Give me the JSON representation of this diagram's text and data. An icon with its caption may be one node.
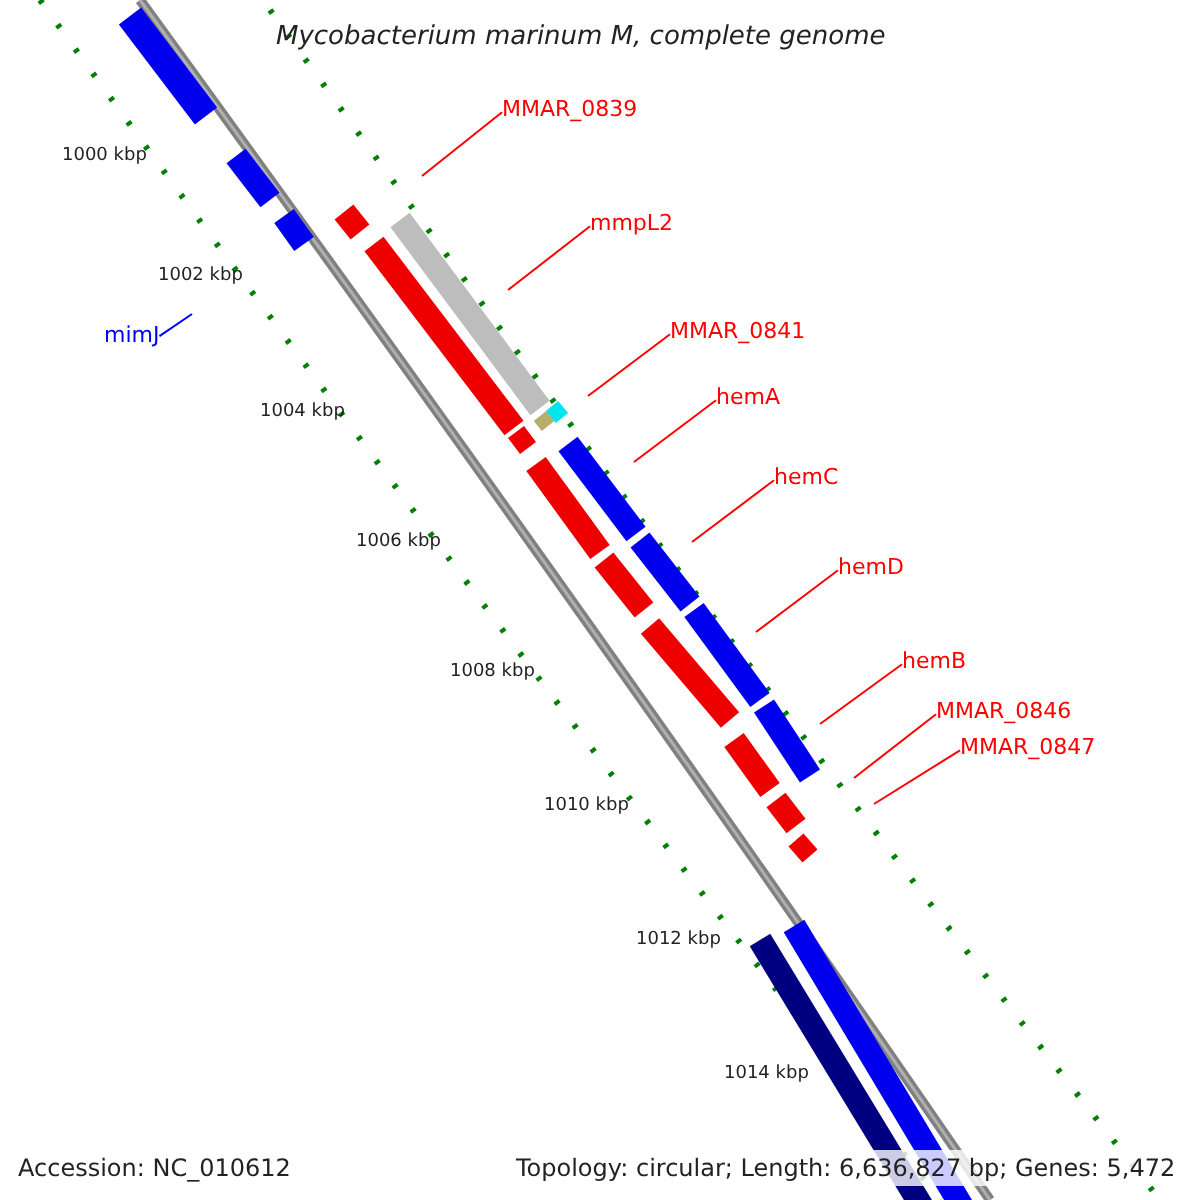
{
  "diagram": {
    "title": "Mycobacterium marinum M, complete genome",
    "nodes": [
      {
        "text": [
          "MMAR_0839"
        ]
      },
      {
        "text": [
          "mmpL2"
        ]
      },
      {
        "text": [
          "MMAR_0841"
        ]
      },
      {
        "text": [
          "hemA"
        ]
      },
      {
        "text": [
          "hemC"
        ]
      },
      {
        "text": [
          "hemD"
        ]
      },
      {
        "text": [
          "hemB"
        ]
      },
      {
        "text": [
          "MMAR_0846"
        ]
      },
      {
        "text": [
          "MMAR_0847"
        ]
      },
      {
        "text": [
          "mimJ"
        ]
      }
    ],
    "edges": [
      {
        "from": 0,
        "to": null,
        "arrow": "none"
      },
      {
        "from": 1,
        "to": null,
        "arrow": "none"
      },
      {
        "from": 2,
        "to": null,
        "arrow": "none"
      },
      {
        "from": 3,
        "to": null,
        "arrow": "none"
      },
      {
        "from": 4,
        "to": null,
        "arrow": "none"
      },
      {
        "from": 5,
        "to": null,
        "arrow": "none"
      },
      {
        "from": 6,
        "to": null,
        "arrow": "none"
      },
      {
        "from": 7,
        "to": null,
        "arrow": "none"
      },
      {
        "from": 8,
        "to": null,
        "arrow": "none"
      },
      {
        "from": 9,
        "to": null,
        "arrow": "none",
        "color": "#0000ff"
      }
    ],
    "labels": [
      "1000 kbp",
      "1002 kbp",
      "1004 kbp",
      "1006 kbp",
      "1008 kbp",
      "1010 kbp",
      "1012 kbp",
      "1014 kbp",
      "Accession: NC_010612",
      "Topology: circular; Length: 6,636,827 bp; Genes: 5,472"
    ]
  }
}
